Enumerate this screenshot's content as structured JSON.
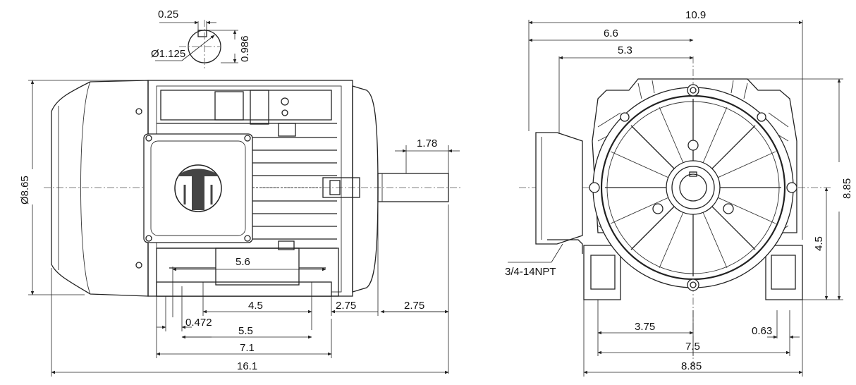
{
  "dimensions": {
    "key_width": "0.25",
    "shaft_diameter": "Ø1.125",
    "key_depth": "0.986",
    "frame_diameter": "Ø8.65",
    "shaft_length": "1.78",
    "mount_hole_spacing": "5.6",
    "base_inner": "4.5",
    "shaft_shoulder": "2.75",
    "shaft_extension": "2.75",
    "foot_slot": "0.472",
    "foot_span": "5.5",
    "base_length": "7.1",
    "overall_length": "16.1",
    "overall_width": "10.9",
    "box_offset": "6.6",
    "box_inner": "5.3",
    "overall_height": "8.85",
    "shaft_height": "4.5",
    "conduit": "3/4-14NPT",
    "half_foot_spacing": "3.75",
    "foot_hole": "0.63",
    "foot_spacing": "7.5",
    "base_width": "8.85"
  }
}
